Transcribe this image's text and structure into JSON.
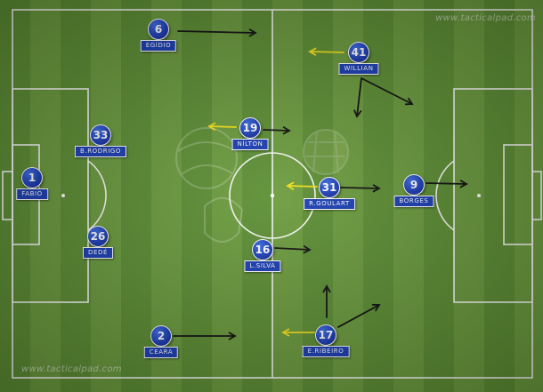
{
  "watermarks": {
    "top": "www.tacticalpad.com",
    "bottom": "www.tacticalpad.com"
  },
  "players": [
    {
      "id": "fabio",
      "number": "1",
      "name": "FABIO"
    },
    {
      "id": "b-rodrigo",
      "number": "33",
      "name": "B.RODRIGO"
    },
    {
      "id": "dede",
      "number": "26",
      "name": "DEDÉ"
    },
    {
      "id": "egidio",
      "number": "6",
      "name": "EGÍDIO"
    },
    {
      "id": "ceara",
      "number": "2",
      "name": "CEARA"
    },
    {
      "id": "nilton",
      "number": "19",
      "name": "NÍLTON"
    },
    {
      "id": "l-silva",
      "number": "16",
      "name": "L.SILVA"
    },
    {
      "id": "willian",
      "number": "41",
      "name": "WILLIAN"
    },
    {
      "id": "r-goulart",
      "number": "31",
      "name": "R.GOULART"
    },
    {
      "id": "e-ribeiro",
      "number": "17",
      "name": "E.RIBEIRO"
    },
    {
      "id": "borges",
      "number": "9",
      "name": "BORGES"
    }
  ],
  "arrow_colors": {
    "run": "#111111",
    "defensive": "#f2e21a"
  },
  "colors": {
    "player_fill": "#1d3fb8",
    "label_fill": "#1b3fb5",
    "pitch_light": "#6c9c3e",
    "pitch_dark": "#5d8f34"
  }
}
